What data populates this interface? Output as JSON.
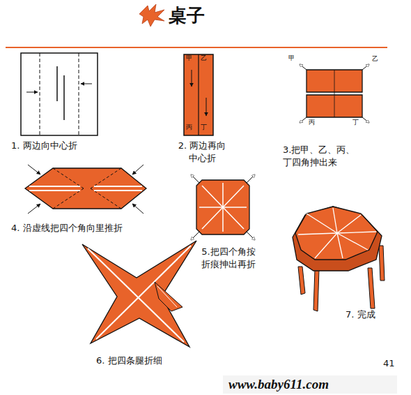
{
  "diagram": {
    "title": "桌子",
    "labels": [
      "1. 两边向中心折",
      "2. 两边再向 中心折",
      "3.把甲、乙、丙、 丁四角抻出来",
      "4. 沿虚线把四个角向里推折",
      "5.把四个角按 折痕抻出再折",
      "6. 把四条腿折细",
      "7. 完成",
      "甲",
      "乙",
      "丙",
      "丁",
      "甲",
      "乙",
      "丙",
      "丁",
      "41",
      "www.baby611.com"
    ]
  }
}
